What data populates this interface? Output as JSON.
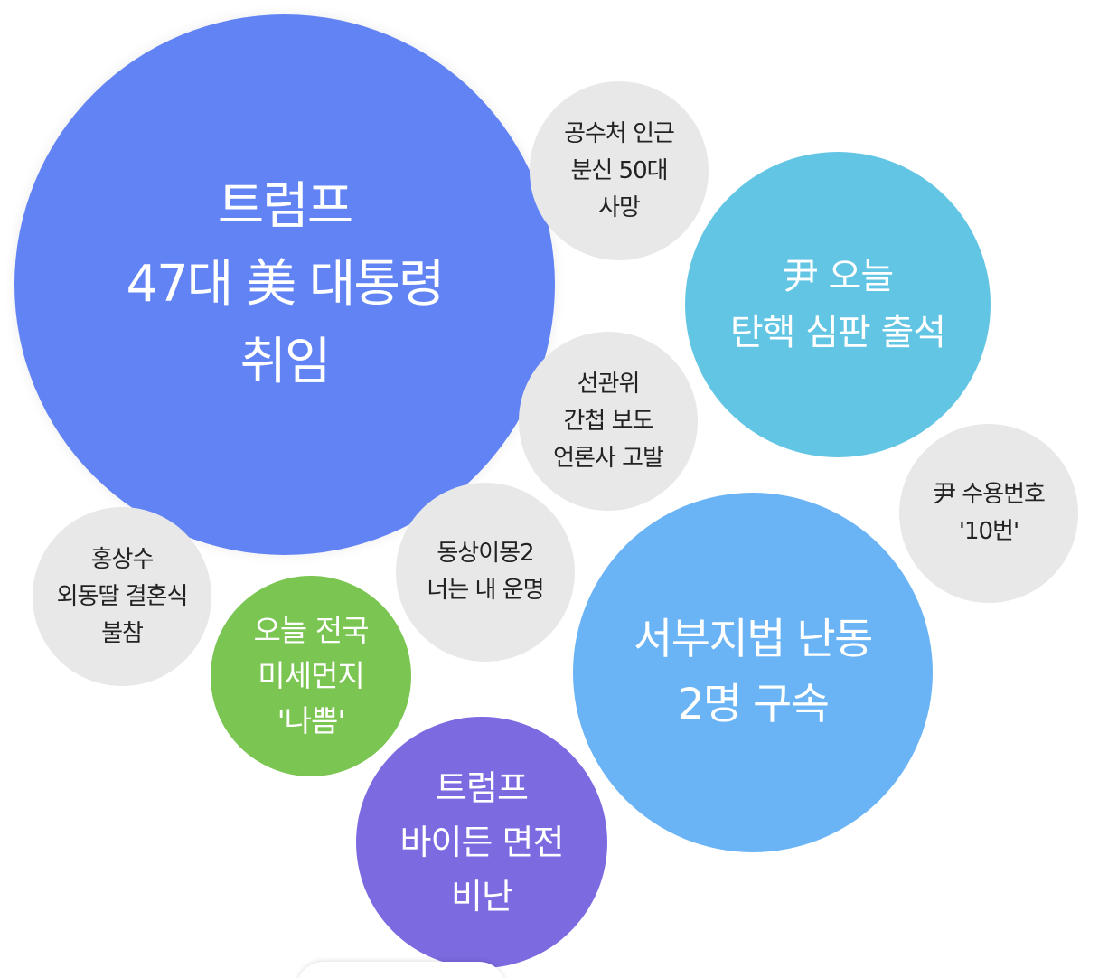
{
  "colors": {
    "main": "#6183f3",
    "yoon_trial": "#63c5e4",
    "seoul_court": "#6ab4f5",
    "trump_biden": "#7b6ae0",
    "fine_dust": "#7bc553",
    "grey_bubble": "#e8e8e8",
    "grey_text": "#222222",
    "white_text": "#ffffff"
  },
  "bubbles": [
    {
      "id": "main",
      "lines": [
        "트럼프",
        "47대 美 대통령",
        "취임"
      ]
    },
    {
      "id": "yoon_trial",
      "lines": [
        "尹 오늘",
        "탄핵 심판 출석"
      ]
    },
    {
      "id": "seoul_court",
      "lines": [
        "서부지법 난동",
        "2명 구속"
      ]
    },
    {
      "id": "trump_biden",
      "lines": [
        "트럼프",
        "바이든 면전",
        "비난"
      ]
    },
    {
      "id": "fine_dust",
      "lines": [
        "오늘 전국",
        "미세먼지",
        "'나쁨'"
      ]
    },
    {
      "id": "gongsu",
      "lines": [
        "공수처 인근",
        "분신 50대",
        "사망"
      ]
    },
    {
      "id": "sungwan",
      "lines": [
        "선관위",
        "간첩 보도",
        "언론사 고발"
      ]
    },
    {
      "id": "dongsang",
      "lines": [
        "동상이몽2",
        "너는 내 운명"
      ]
    },
    {
      "id": "hong",
      "lines": [
        "홍상수",
        "외동딸 결혼식",
        "불참"
      ]
    },
    {
      "id": "yoon_number",
      "lines": [
        "尹 수용번호",
        "'10번'"
      ]
    }
  ]
}
